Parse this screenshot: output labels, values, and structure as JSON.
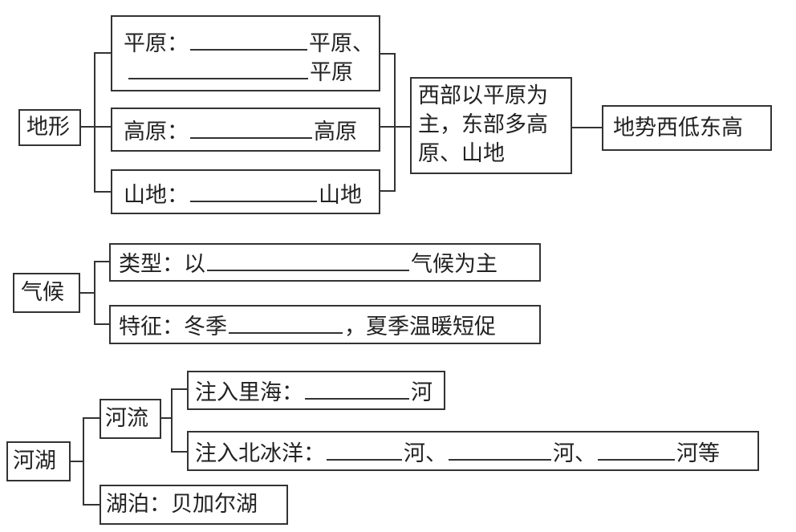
{
  "terrain": {
    "root": "地形",
    "plain": {
      "label": "平原：",
      "suffix1": "平原、",
      "suffix2": "平原"
    },
    "plateau": {
      "label": "高原：",
      "suffix": "高原"
    },
    "mountain": {
      "label": "山地：",
      "suffix": "山地"
    },
    "summary": [
      "西部以平原为",
      "主，东部多高",
      "原、山地"
    ],
    "conclusion": "地势西低东高"
  },
  "climate": {
    "root": "气候",
    "type": {
      "label": "类型：以",
      "suffix": "气候为主"
    },
    "feature": {
      "label": "特征：冬季",
      "suffix": "，夏季温暖短促"
    }
  },
  "rivers_lakes": {
    "root": "河湖",
    "rivers": {
      "label": "河流",
      "caspian": {
        "label": "注入里海：",
        "suffix": "河"
      },
      "arctic": {
        "label": "注入北冰洋：",
        "sep1": "河、",
        "sep2": "河、",
        "suffix": "河等"
      }
    },
    "lake": {
      "label": "湖泊：贝加尔湖"
    }
  }
}
